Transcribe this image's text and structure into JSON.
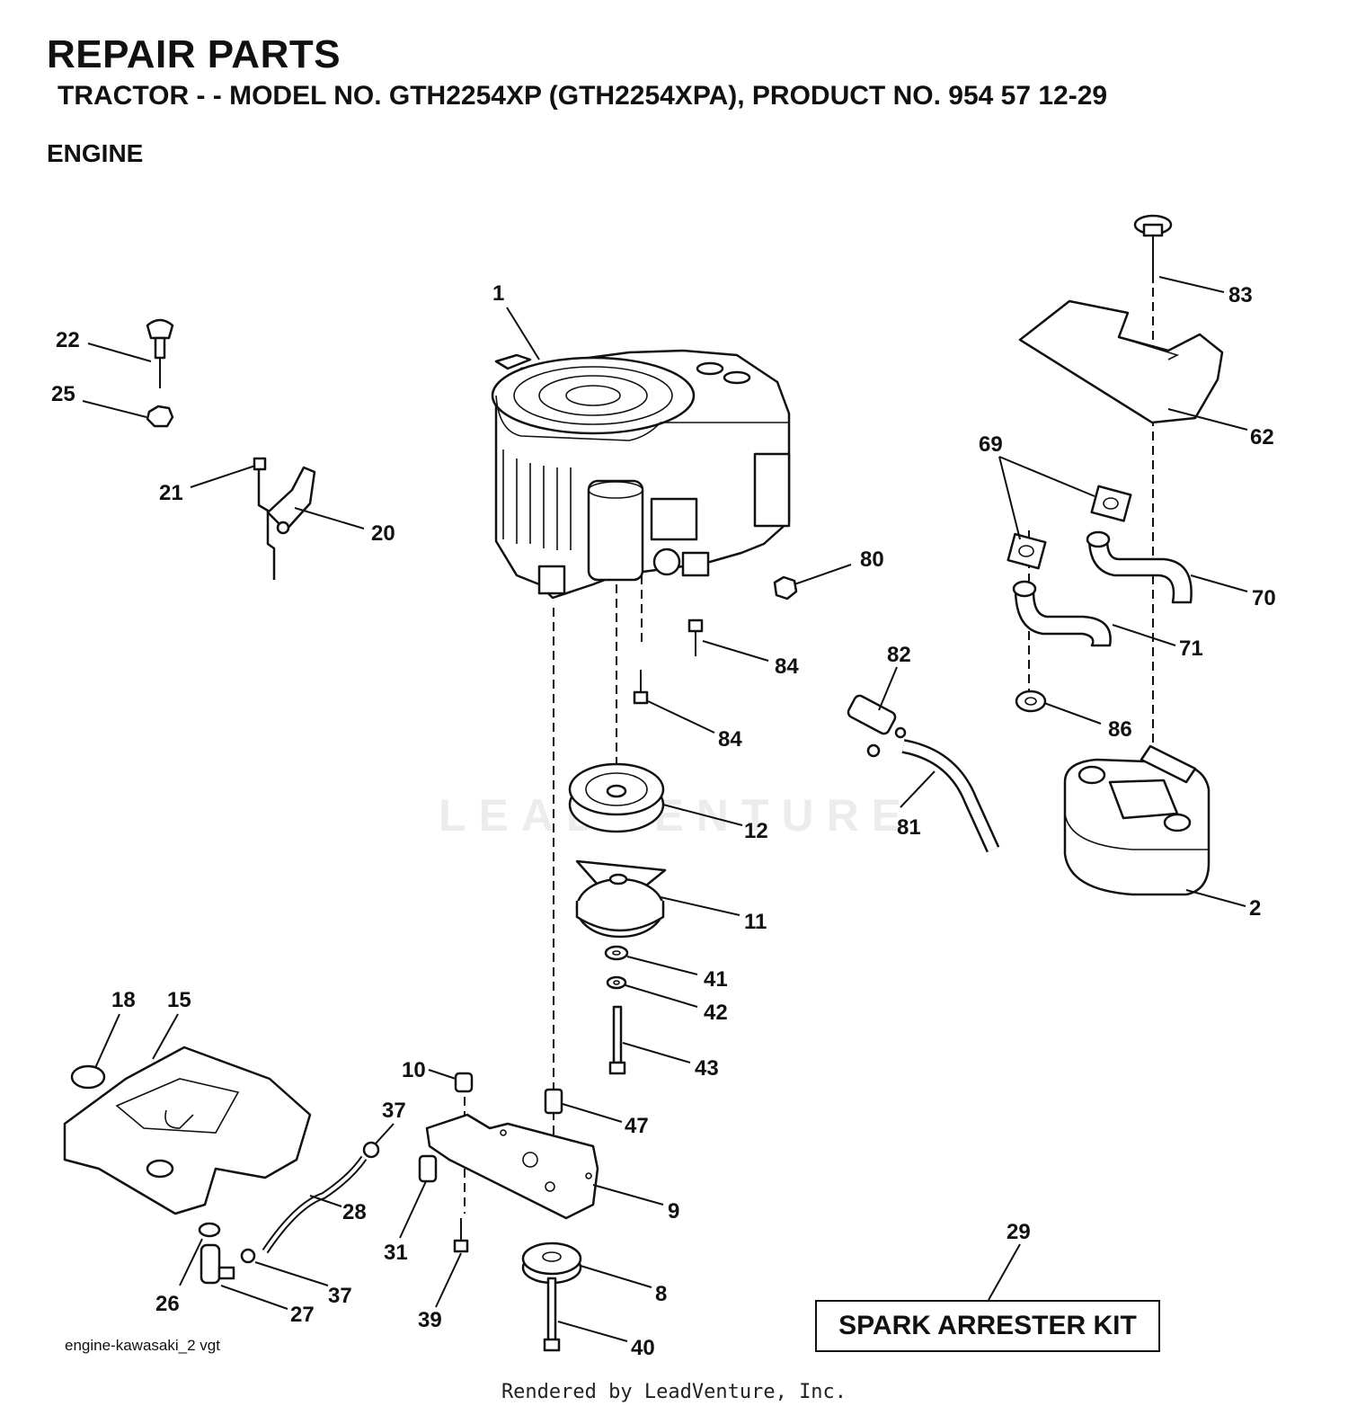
{
  "header": {
    "title": "REPAIR PARTS",
    "subtitle": "TRACTOR - - MODEL NO. GTH2254XP (GTH2254XPA), PRODUCT NO. 954 57 12-29",
    "section": "ENGINE"
  },
  "kit_label": "SPARK ARRESTER KIT",
  "file_label": "engine-kawasaki_2 vgt",
  "footer": "Rendered by LeadVenture, Inc.",
  "watermark": "LEADVENTURE",
  "callouts": {
    "c1": "1",
    "c2": "2",
    "c8": "8",
    "c9": "9",
    "c10": "10",
    "c11": "11",
    "c12": "12",
    "c15": "15",
    "c18": "18",
    "c20": "20",
    "c21": "21",
    "c22": "22",
    "c25": "25",
    "c26": "26",
    "c27": "27",
    "c28": "28",
    "c29": "29",
    "c31": "31",
    "c37a": "37",
    "c37b": "37",
    "c39": "39",
    "c40": "40",
    "c41": "41",
    "c42": "42",
    "c43": "43",
    "c47": "47",
    "c62": "62",
    "c69": "69",
    "c70": "70",
    "c71": "71",
    "c80": "80",
    "c81": "81",
    "c82": "82",
    "c83": "83",
    "c84a": "84",
    "c84b": "84",
    "c86": "86"
  }
}
